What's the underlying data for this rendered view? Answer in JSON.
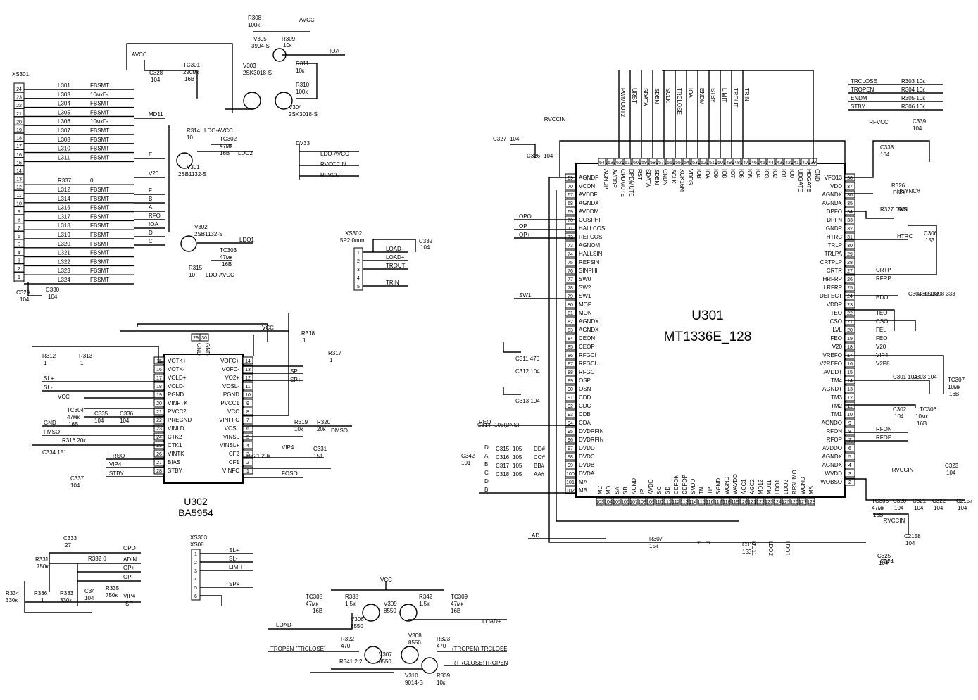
{
  "u301": {
    "ref": "U301",
    "part": "MT1336E_128",
    "left_pins": [
      {
        "n": "69",
        "name": "AGNDF"
      },
      {
        "n": "70",
        "name": "VCON"
      },
      {
        "n": "67",
        "name": "AVDDF"
      },
      {
        "n": "68",
        "name": "AGNDX"
      },
      {
        "n": "69",
        "name": "AVDDM"
      },
      {
        "n": "70",
        "name": "COSPHI"
      },
      {
        "n": "71",
        "name": "HALLCOS"
      },
      {
        "n": "72",
        "name": "REFCOS"
      },
      {
        "n": "73",
        "name": "AGNOM"
      },
      {
        "n": "74",
        "name": "HALLSIN"
      },
      {
        "n": "75",
        "name": "REFSIN"
      },
      {
        "n": "76",
        "name": "SINPHI"
      },
      {
        "n": "77",
        "name": "SW0"
      },
      {
        "n": "78",
        "name": "SW2"
      },
      {
        "n": "79",
        "name": "SW1"
      },
      {
        "n": "80",
        "name": "MOP"
      },
      {
        "n": "81",
        "name": "MON"
      },
      {
        "n": "82",
        "name": "AGNDX"
      },
      {
        "n": "83",
        "name": "AGNDX"
      },
      {
        "n": "84",
        "name": "CEON"
      },
      {
        "n": "85",
        "name": "CEOP"
      },
      {
        "n": "86",
        "name": "RFGCI"
      },
      {
        "n": "87",
        "name": "RFGCU"
      },
      {
        "n": "88",
        "name": "RFGC"
      },
      {
        "n": "89",
        "name": "OSP"
      },
      {
        "n": "90",
        "name": "OSN"
      },
      {
        "n": "91",
        "name": "CDD"
      },
      {
        "n": "92",
        "name": "CDC"
      },
      {
        "n": "93",
        "name": "CDB"
      },
      {
        "n": "94",
        "name": "CDA"
      },
      {
        "n": "95",
        "name": "DVDRFIN"
      },
      {
        "n": "96",
        "name": "DVDRFIN"
      },
      {
        "n": "97",
        "name": "DVDD"
      },
      {
        "n": "98",
        "name": "DVDC"
      },
      {
        "n": "99",
        "name": "DVDB"
      },
      {
        "n": "100",
        "name": "DVDA"
      },
      {
        "n": "101",
        "name": "MA"
      },
      {
        "n": "102",
        "name": "MB"
      }
    ],
    "right_pins": [
      {
        "n": "38",
        "name": "VFO13"
      },
      {
        "n": "37",
        "name": "VDD"
      },
      {
        "n": "36",
        "name": "AGNDX"
      },
      {
        "n": "35",
        "name": "AGNDX"
      },
      {
        "n": "34",
        "name": "DPFO"
      },
      {
        "n": "33",
        "name": "DPFN"
      },
      {
        "n": "32",
        "name": "GNDP"
      },
      {
        "n": "31",
        "name": "HTRC"
      },
      {
        "n": "30",
        "name": "TRLP"
      },
      {
        "n": "29",
        "name": "TRLPA"
      },
      {
        "n": "28",
        "name": "CRTPLP"
      },
      {
        "n": "27",
        "name": "CRTR"
      },
      {
        "n": "26",
        "name": "HRFRP"
      },
      {
        "n": "25",
        "name": "LRFRP"
      },
      {
        "n": "24",
        "name": "DEFECT"
      },
      {
        "n": "23",
        "name": "VDDP"
      },
      {
        "n": "22",
        "name": "TEO"
      },
      {
        "n": "21",
        "name": "CSO"
      },
      {
        "n": "20",
        "name": "LVL"
      },
      {
        "n": "19",
        "name": "FEO"
      },
      {
        "n": "18",
        "name": "V20"
      },
      {
        "n": "17",
        "name": "VREFO"
      },
      {
        "n": "16",
        "name": "V2REFO"
      },
      {
        "n": "15",
        "name": "AVDDT"
      },
      {
        "n": "14",
        "name": "TM4"
      },
      {
        "n": "13",
        "name": "AGNDT"
      },
      {
        "n": "12",
        "name": "TM3"
      },
      {
        "n": "11",
        "name": "TM2"
      },
      {
        "n": "10",
        "name": "TM1"
      },
      {
        "n": "9",
        "name": "AGNDO"
      },
      {
        "n": "8",
        "name": "RFON"
      },
      {
        "n": "7",
        "name": "RFOP"
      },
      {
        "n": "6",
        "name": "AVDDO"
      },
      {
        "n": "5",
        "name": "AGNDX"
      },
      {
        "n": "4",
        "name": "AGNDX"
      },
      {
        "n": "3",
        "name": "WVDD"
      },
      {
        "n": "2",
        "name": "WOBSO"
      }
    ],
    "top_pins": [
      {
        "n": "64",
        "name": "AGNDP"
      },
      {
        "n": "63",
        "name": "AVDDP"
      },
      {
        "n": "62",
        "name": "OPDMUTE"
      },
      {
        "n": "61",
        "name": "DPDMUTE"
      },
      {
        "n": "60",
        "name": "RST"
      },
      {
        "n": "59",
        "name": "SDATA"
      },
      {
        "n": "58",
        "name": "SDEN"
      },
      {
        "n": "57",
        "name": "GNDN"
      },
      {
        "n": "56",
        "name": "SCLK"
      },
      {
        "n": "55",
        "name": "XCK16M"
      },
      {
        "n": "54",
        "name": "VDDS"
      },
      {
        "n": "53",
        "name": "IOB"
      },
      {
        "n": "52",
        "name": "IOA"
      },
      {
        "n": "51",
        "name": "IO9"
      },
      {
        "n": "50",
        "name": "IO8"
      },
      {
        "n": "49",
        "name": "IO7"
      },
      {
        "n": "48",
        "name": "IO6"
      },
      {
        "n": "47",
        "name": "IO5"
      },
      {
        "n": "46",
        "name": "IO4"
      },
      {
        "n": "45",
        "name": "IO3"
      },
      {
        "n": "44",
        "name": "IO2"
      },
      {
        "n": "43",
        "name": "IO1"
      },
      {
        "n": "42",
        "name": "IO0"
      },
      {
        "n": "41",
        "name": "UDGATE"
      },
      {
        "n": "40",
        "name": "HDGATE"
      },
      {
        "n": "39",
        "name": "GND"
      }
    ],
    "bottom_pins": [
      {
        "n": "103",
        "name": "MC"
      },
      {
        "n": "104",
        "name": "MD"
      },
      {
        "n": "105",
        "name": "SA"
      },
      {
        "n": "106",
        "name": "SB"
      },
      {
        "n": "107",
        "name": "AGND"
      },
      {
        "n": "108",
        "name": "IP"
      },
      {
        "n": "109",
        "name": "AVDD"
      },
      {
        "n": "110",
        "name": "SC"
      },
      {
        "n": "111",
        "name": "SD"
      },
      {
        "n": "112",
        "name": "CDFON"
      },
      {
        "n": "113",
        "name": "CDFOP"
      },
      {
        "n": "114",
        "name": "SVDD"
      },
      {
        "n": "115",
        "name": "TN"
      },
      {
        "n": "116",
        "name": "TP"
      },
      {
        "n": "117",
        "name": "SGND"
      },
      {
        "n": "118",
        "name": "WGND"
      },
      {
        "n": "119",
        "name": "WAVDD"
      },
      {
        "n": "120",
        "name": "AGC1"
      },
      {
        "n": "121",
        "name": "AGC2"
      },
      {
        "n": "122",
        "name": "MD12"
      },
      {
        "n": "123",
        "name": "MD11"
      },
      {
        "n": "124",
        "name": "LDO1"
      },
      {
        "n": "125",
        "name": "LDO2"
      },
      {
        "n": "126",
        "name": "RFSUMO"
      },
      {
        "n": "127",
        "name": "WCND"
      },
      {
        "n": "128",
        "name": "MS"
      }
    ],
    "top_nets": [
      "PWMOUT2",
      "URST",
      "SDATA",
      "SDEN",
      "SCLK",
      "TRCLOSE",
      "IOA",
      "ENDM",
      "STBY",
      "LIMIT",
      "TROUT",
      "TRIN"
    ],
    "bottom_nets": [
      "AD",
      "F",
      "E",
      "MD11",
      "LDO2",
      "LDO1"
    ],
    "right_nets": [
      "HSYNC#",
      "SWI",
      "HTRC",
      "CRTP",
      "RFRP",
      "BDO",
      "TEO",
      "CSO",
      "FEL",
      "FEO",
      "V20",
      "VIP4",
      "V2P8",
      "RFON",
      "RFOP"
    ],
    "left_nets": [
      "OPO",
      "OP",
      "OP+",
      "SW1",
      "REO",
      "D",
      "A",
      "B",
      "C",
      "D",
      "B"
    ],
    "bottom_parts": [
      {
        "ref": "R307",
        "val": "15к"
      },
      {
        "ref": "C319",
        "val": "153"
      }
    ],
    "left_parts": [
      {
        "ref": "C327",
        "val": "104"
      },
      {
        "ref": "C326",
        "val": "104"
      },
      {
        "ref": "C311 470",
        "val": ""
      },
      {
        "ref": "C312 104",
        "val": ""
      },
      {
        "ref": "C313 104",
        "val": ""
      },
      {
        "ref": "C314",
        "val": "105(DNS)"
      },
      {
        "ref": "C342",
        "val": "101"
      },
      {
        "ref": "C315",
        "val": "105"
      },
      {
        "ref": "C316",
        "val": "105"
      },
      {
        "ref": "C317",
        "val": "105"
      },
      {
        "ref": "C318",
        "val": "105"
      }
    ],
    "mux_nets": [
      "DD#",
      "CC#",
      "BB#",
      "AA#"
    ],
    "rvccin": "RVCCIN",
    "rfvcc": "RFVCC",
    "rvccin2": "RVCCIN",
    "rvccin3": "RVCCIN",
    "right_parts": [
      {
        "ref": "R303 10к",
        "net": "TRCLOSE"
      },
      {
        "ref": "R304 10к",
        "net": "TROPEN"
      },
      {
        "ref": "R305 10к",
        "net": "ENDM"
      },
      {
        "ref": "R306 10к",
        "net": "STBY"
      }
    ],
    "right_misc": [
      "C339",
      "104",
      "C338",
      "104",
      "R326",
      "DNS",
      "R327 DNS",
      "C306",
      "153",
      "C304 391",
      "C305 82",
      "C308 333",
      "C301 104",
      "C302",
      "104",
      "C303 104",
      "TC307",
      "10мк",
      "16В",
      "TC306",
      "10мк",
      "16В",
      "TC305",
      "47мк",
      "16В",
      "C320",
      "104",
      "C321",
      "104",
      "C322",
      "104",
      "C323",
      "104",
      "C2157",
      "104",
      "C2158",
      "104",
      "C325",
      "104",
      "C324",
      "104"
    ]
  },
  "u302": {
    "ref": "U302",
    "part": "BA5954",
    "left_pins": [
      {
        "n": "15",
        "name": "VOTK+"
      },
      {
        "n": "16",
        "name": "VOTK-"
      },
      {
        "n": "17",
        "name": "VOLD+"
      },
      {
        "n": "18",
        "name": "VOLD-"
      },
      {
        "n": "19",
        "name": "PGND"
      },
      {
        "n": "20",
        "name": "VINFTK"
      },
      {
        "n": "21",
        "name": "PVCC2"
      },
      {
        "n": "22",
        "name": "PREGND"
      },
      {
        "n": "23",
        "name": "VINLD"
      },
      {
        "n": "24",
        "name": "CTK2"
      },
      {
        "n": "25",
        "name": "CTK1"
      },
      {
        "n": "26",
        "name": "VINTK"
      },
      {
        "n": "27",
        "name": "BIAS"
      },
      {
        "n": "28",
        "name": "STBY"
      }
    ],
    "right_pins": [
      {
        "n": "14",
        "name": "VOFC+"
      },
      {
        "n": "13",
        "name": "VOFC-"
      },
      {
        "n": "12",
        "name": "VO2+"
      },
      {
        "n": "11",
        "name": "VOSL-"
      },
      {
        "n": "10",
        "name": "PGND"
      },
      {
        "n": "9",
        "name": "PVCC1"
      },
      {
        "n": "8",
        "name": "VCC"
      },
      {
        "n": "7",
        "name": "VINFFC"
      },
      {
        "n": "6",
        "name": "VOSL"
      },
      {
        "n": "5",
        "name": "VINSL"
      },
      {
        "n": "4",
        "name": "VINSL+"
      },
      {
        "n": "3",
        "name": "CF2"
      },
      {
        "n": "2",
        "name": "CF1"
      },
      {
        "n": "1",
        "name": "VINFC"
      }
    ],
    "top_pins": [
      "29",
      "30"
    ],
    "top_names": [
      "GND",
      "GND"
    ],
    "left_nets": [
      "SL+",
      "SL-",
      "GND",
      "FMSO",
      "C334 151",
      "TRSO",
      "VIP4",
      "STBY"
    ],
    "right_nets": [
      "SP",
      "SP+",
      "DMSO",
      "VIP4",
      "FOSO"
    ],
    "parts": [
      {
        "ref": "R312",
        "val": "1"
      },
      {
        "ref": "R313",
        "val": "1"
      },
      {
        "ref": "R318",
        "val": "1"
      },
      {
        "ref": "R317",
        "val": "1"
      },
      {
        "ref": "R319",
        "val": "10к"
      },
      {
        "ref": "R320",
        "val": "20к"
      },
      {
        "ref": "R321 20к",
        "val": ""
      },
      {
        "ref": "C331",
        "val": "151"
      },
      {
        "ref": "R316 20к",
        "val": ""
      },
      {
        "ref": "TC304",
        "val": "47мк"
      },
      {
        "ref": "C335",
        "val": "104"
      },
      {
        "ref": "C336",
        "val": "104"
      },
      {
        "ref": "C337",
        "val": "104"
      }
    ],
    "misc": [
      "VCC",
      "VCC",
      "16В"
    ]
  },
  "xs301": {
    "ref": "XS301",
    "pins": [
      "24",
      "23",
      "22",
      "21",
      "20",
      "19",
      "18",
      "17",
      "16",
      "15",
      "14",
      "13",
      "12",
      "11",
      "10",
      "9",
      "8",
      "7",
      "6",
      "5",
      "4",
      "3",
      "2",
      "1"
    ],
    "lines": [
      {
        "l": "L301",
        "v": "FBSMT"
      },
      {
        "l": "L303",
        "v": "10мкГн"
      },
      {
        "l": "L304",
        "v": "FBSMT"
      },
      {
        "l": "L305",
        "v": "FBSMT"
      },
      {
        "l": "L306",
        "v": "10мкГн"
      },
      {
        "l": "L307",
        "v": "FBSMT"
      },
      {
        "l": "L308",
        "v": "FBSMT"
      },
      {
        "l": "L310",
        "v": "FBSMT"
      },
      {
        "l": "L311",
        "v": "FBSMT"
      },
      {
        "l": "R337",
        "v": "0"
      },
      {
        "l": "L312",
        "v": "FBSMT"
      },
      {
        "l": "L314",
        "v": "FBSMT"
      },
      {
        "l": "L316",
        "v": "FBSMT"
      },
      {
        "l": "L317",
        "v": "FBSMT"
      },
      {
        "l": "L318",
        "v": "FBSMT"
      },
      {
        "l": "L319",
        "v": "FBSMT"
      },
      {
        "l": "L320",
        "v": "FBSMT"
      },
      {
        "l": "L321",
        "v": "FBSMT"
      },
      {
        "l": "L322",
        "v": "FBSMT"
      },
      {
        "l": "L323",
        "v": "FBSMT"
      },
      {
        "l": "L324",
        "v": "FBSMT"
      }
    ],
    "nets": [
      "MD11",
      "E",
      "V20",
      "F",
      "B",
      "A",
      "RFO",
      "IOA",
      "D",
      "C"
    ],
    "caps": [
      "C329",
      "104",
      "C330",
      "104"
    ]
  },
  "power": {
    "avcc": "AVCC",
    "c328": [
      "C328",
      "104"
    ],
    "tc301": [
      "TC301",
      "220мк",
      "16В"
    ],
    "r308": [
      "R308",
      "100к"
    ],
    "r309": [
      "R309",
      "10к"
    ],
    "avcc2": "AVCC",
    "v305": [
      "V305",
      "3904-S"
    ],
    "r311": [
      "R311",
      "10к"
    ],
    "ioa": "IOA",
    "v303": [
      "V303",
      "2SK3018-S"
    ],
    "r310": [
      "R310",
      "100к"
    ],
    "v304": [
      "V304",
      "2SK3018-S"
    ],
    "r314": "R314",
    "r314v": "10",
    "ldo_avcc": "LDO-AVCC",
    "tc302": [
      "TC302",
      "47мк",
      "16В"
    ],
    "ldo2": "LDO2",
    "v301": [
      "V301",
      "2SB1132-S"
    ],
    "v302": [
      "V302",
      "2SB1132-S"
    ],
    "ldo1": "LDO1",
    "tc303": [
      "TC303",
      "47мк",
      "16В"
    ],
    "r315": "R315",
    "r315v": "10",
    "ldo_avcc2": "LDO-AVCC",
    "dv33": "DV33",
    "dv33_nets": [
      "LDO-AVCC",
      "RVCCCIN",
      "RFVCC"
    ]
  },
  "xs302": {
    "ref": "XS302",
    "sub": "5P2.0mm",
    "pins": [
      "1",
      "2",
      "3",
      "4",
      "5"
    ],
    "nets": [
      "LOAD-",
      "LOAD+",
      "TROUT",
      "TRIN"
    ],
    "cap": [
      "C332",
      "104"
    ]
  },
  "xs303": {
    "ref": "XS303",
    "sub": "XS08",
    "pins": [
      "1",
      "2",
      "3",
      "4",
      "5",
      "6"
    ],
    "nets": [
      "SL+",
      "SL-",
      "LIMIT",
      "SP+"
    ]
  },
  "bottom_left": {
    "c333": [
      "C333",
      "27"
    ],
    "nets": [
      "OPO",
      "ADIN",
      "OP+",
      "OP-",
      "SP",
      "VIP4"
    ],
    "parts": [
      "R331",
      "750к",
      "R332 0",
      "R334",
      "330к",
      "R336",
      "1",
      "R333",
      "330к",
      "C34",
      "104",
      "R335",
      "750к"
    ]
  },
  "driver": {
    "vcc": "VCC",
    "tc308": [
      "TC308",
      "47мк",
      "16В"
    ],
    "r338": [
      "R338",
      "1.5к"
    ],
    "v309": [
      "V309",
      "8550"
    ],
    "r342": [
      "R342",
      "1.5к"
    ],
    "tc309": [
      "TC309",
      "47мк",
      "16В"
    ],
    "load_m": "LOAD-",
    "v305b": [
      "V306",
      "8550"
    ],
    "load_p": "LOAD+",
    "v308": [
      "V308",
      "8550"
    ],
    "r322": [
      "R322",
      "470"
    ],
    "tropen1": "TROPEN (TRCLOSE)",
    "v307": [
      "V307",
      "8550"
    ],
    "r323": [
      "R323",
      "470"
    ],
    "tropen2": "(TROPEN) TRCLOSE",
    "r341": "R341 2.2",
    "v310": [
      "V310",
      "9014-S"
    ],
    "r339": [
      "R339",
      "10к"
    ],
    "trclose": "(TRCLOSE)TROPEN"
  }
}
